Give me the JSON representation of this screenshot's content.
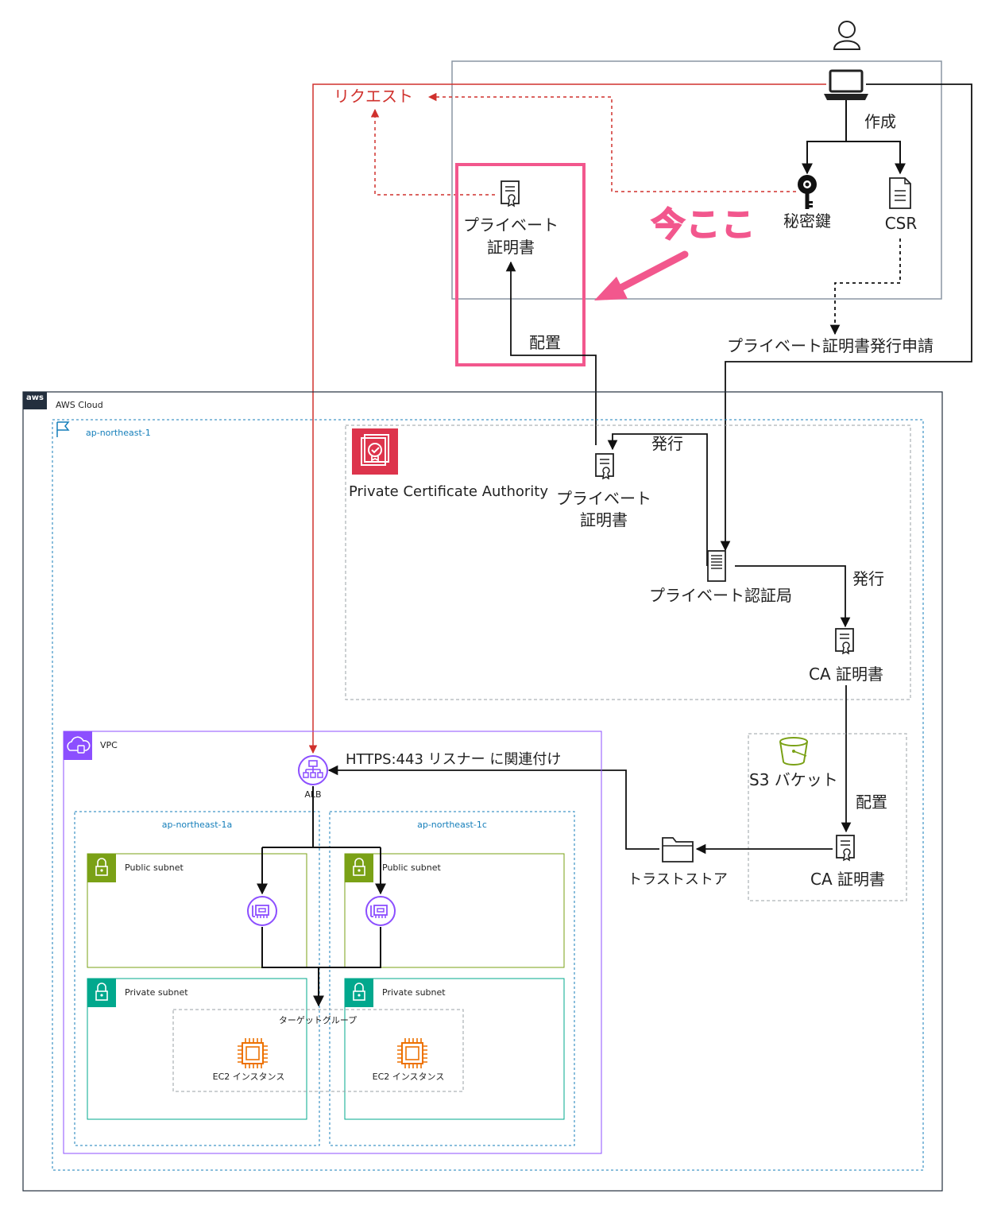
{
  "top": {
    "request_label": "リクエスト",
    "create_label": "作成",
    "private_key_label": "秘密鍵",
    "csr_label": "CSR",
    "private_cert_label_1": "プライベート",
    "private_cert_label_2": "証明書",
    "you_are_here": "今ここ",
    "deploy_label": "配置",
    "issue_request_label": "プライベート証明書発行申請"
  },
  "aws": {
    "cloud_label": "AWS Cloud",
    "logo_text": "aws",
    "region_label": "ap-northeast-1",
    "pca_title": "Private Certificate Authority",
    "pca_cert_label_1": "プライベート",
    "pca_cert_label_2": "証明書",
    "issue_label_1": "発行",
    "private_ca_label": "プライベート認証局",
    "issue_label_2": "発行",
    "ca_cert_label": "CA 証明書",
    "s3_label": "S3 バケット",
    "deploy_label_2": "配置",
    "s3_ca_cert_label": "CA 証明書",
    "truststore_label": "トラストストア",
    "listener_label": "HTTPS:443 リスナー に関連付け",
    "vpc_label": "VPC",
    "alb_label": "ALB",
    "az_a_label": "ap-northeast-1a",
    "az_c_label": "ap-northeast-1c",
    "public_subnet_a": "Public subnet",
    "public_subnet_c": "Public subnet",
    "private_subnet_a": "Private subnet",
    "private_subnet_c": "Private subnet",
    "target_group_label": "ターゲットグループ",
    "ec2_a_label": "EC2 インスタンス",
    "ec2_c_label": "EC2 インスタンス"
  },
  "colors": {
    "request_line": "#d0312d",
    "highlight": "#f2578d",
    "region": "#147eba",
    "vpc": "#8c4fff",
    "public_subnet": "#7aa116",
    "private_subnet": "#01a88d",
    "pca_icon": "#dd344c",
    "s3": "#7aa116",
    "ec2": "#ed7100"
  },
  "icons": [
    "user-icon",
    "laptop-icon",
    "key-icon",
    "document-icon",
    "certificate-icon",
    "server-icon",
    "bucket-icon",
    "folder-icon",
    "alb-icon",
    "eni-icon",
    "ec2-chip-icon",
    "lock-icon",
    "vpc-cloud-icon",
    "flag-icon"
  ]
}
